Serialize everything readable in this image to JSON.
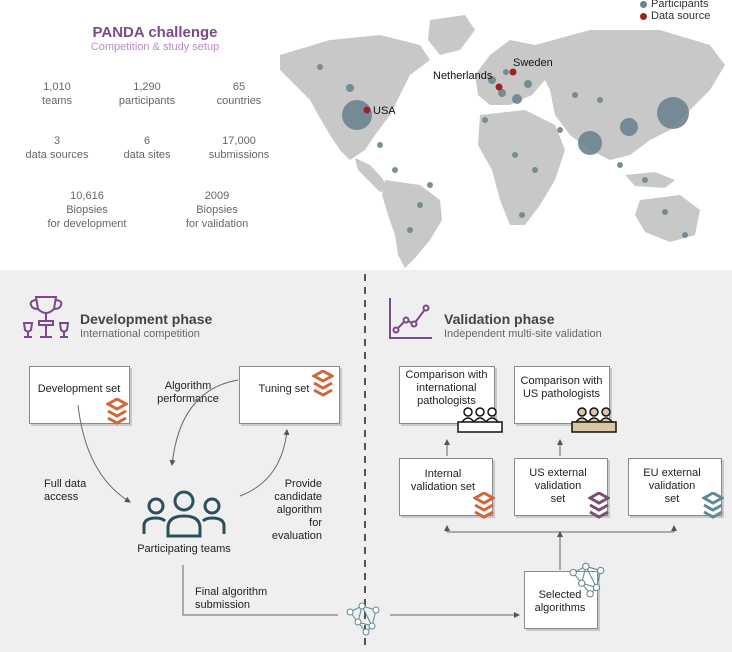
{
  "header": {
    "title": "PANDA challenge",
    "subtitle": "Competition & study setup"
  },
  "stats": [
    {
      "value": "1,010",
      "label": "teams"
    },
    {
      "value": "1,290",
      "label": "participants"
    },
    {
      "value": "65",
      "label": "countries"
    },
    {
      "value": "3",
      "label": "data sources"
    },
    {
      "value": "6",
      "label": "data sites"
    },
    {
      "value": "17,000",
      "label": "submissions"
    },
    {
      "value": "10,616",
      "label": "Biopsies",
      "label2": "for development"
    },
    {
      "value": "2009",
      "label": "Biopsies",
      "label2": "for validation"
    }
  ],
  "legend": {
    "participants": "Participants",
    "data_source": "Data source"
  },
  "map_labels": {
    "usa": "USA",
    "netherlands": "Netherlands",
    "sweden": "Sweden"
  },
  "colors": {
    "participants_dot": "#6b8590",
    "data_source_dot": "#a32020",
    "land": "#c8c8c8",
    "orange_stack": "#d0663a",
    "purple_stack": "#7a4f6f",
    "teal_stack": "#5f8a96",
    "accent_purple": "#7b4a8a"
  },
  "development": {
    "title": "Development phase",
    "subtitle": "International competition",
    "development_set": "Development set",
    "tuning_set": "Tuning set",
    "algorithm_performance_1": "Algorithm",
    "algorithm_performance_2": "performance",
    "full_data_1": "Full data",
    "full_data_2": "access",
    "provide_1": "Provide",
    "provide_2": "candidate",
    "provide_3": "algorithm for",
    "provide_4": "evaluation",
    "participating_teams": "Participating teams",
    "final_1": "Final algorithm",
    "final_2": "submission"
  },
  "validation": {
    "title": "Validation phase",
    "subtitle": "Independent multi-site validation",
    "intl_1": "Comparison with",
    "intl_2": "international",
    "intl_3": "pathologists",
    "us_1": "Comparison with",
    "us_2": "US pathologists",
    "internal_1": "Internal",
    "internal_2": "validation set",
    "usext_1": "US external",
    "usext_2": "validation",
    "usext_3": "set",
    "euext_1": "EU external",
    "euext_2": "validation",
    "euext_3": "set",
    "selected_1": "Selected",
    "selected_2": "algorithms"
  }
}
